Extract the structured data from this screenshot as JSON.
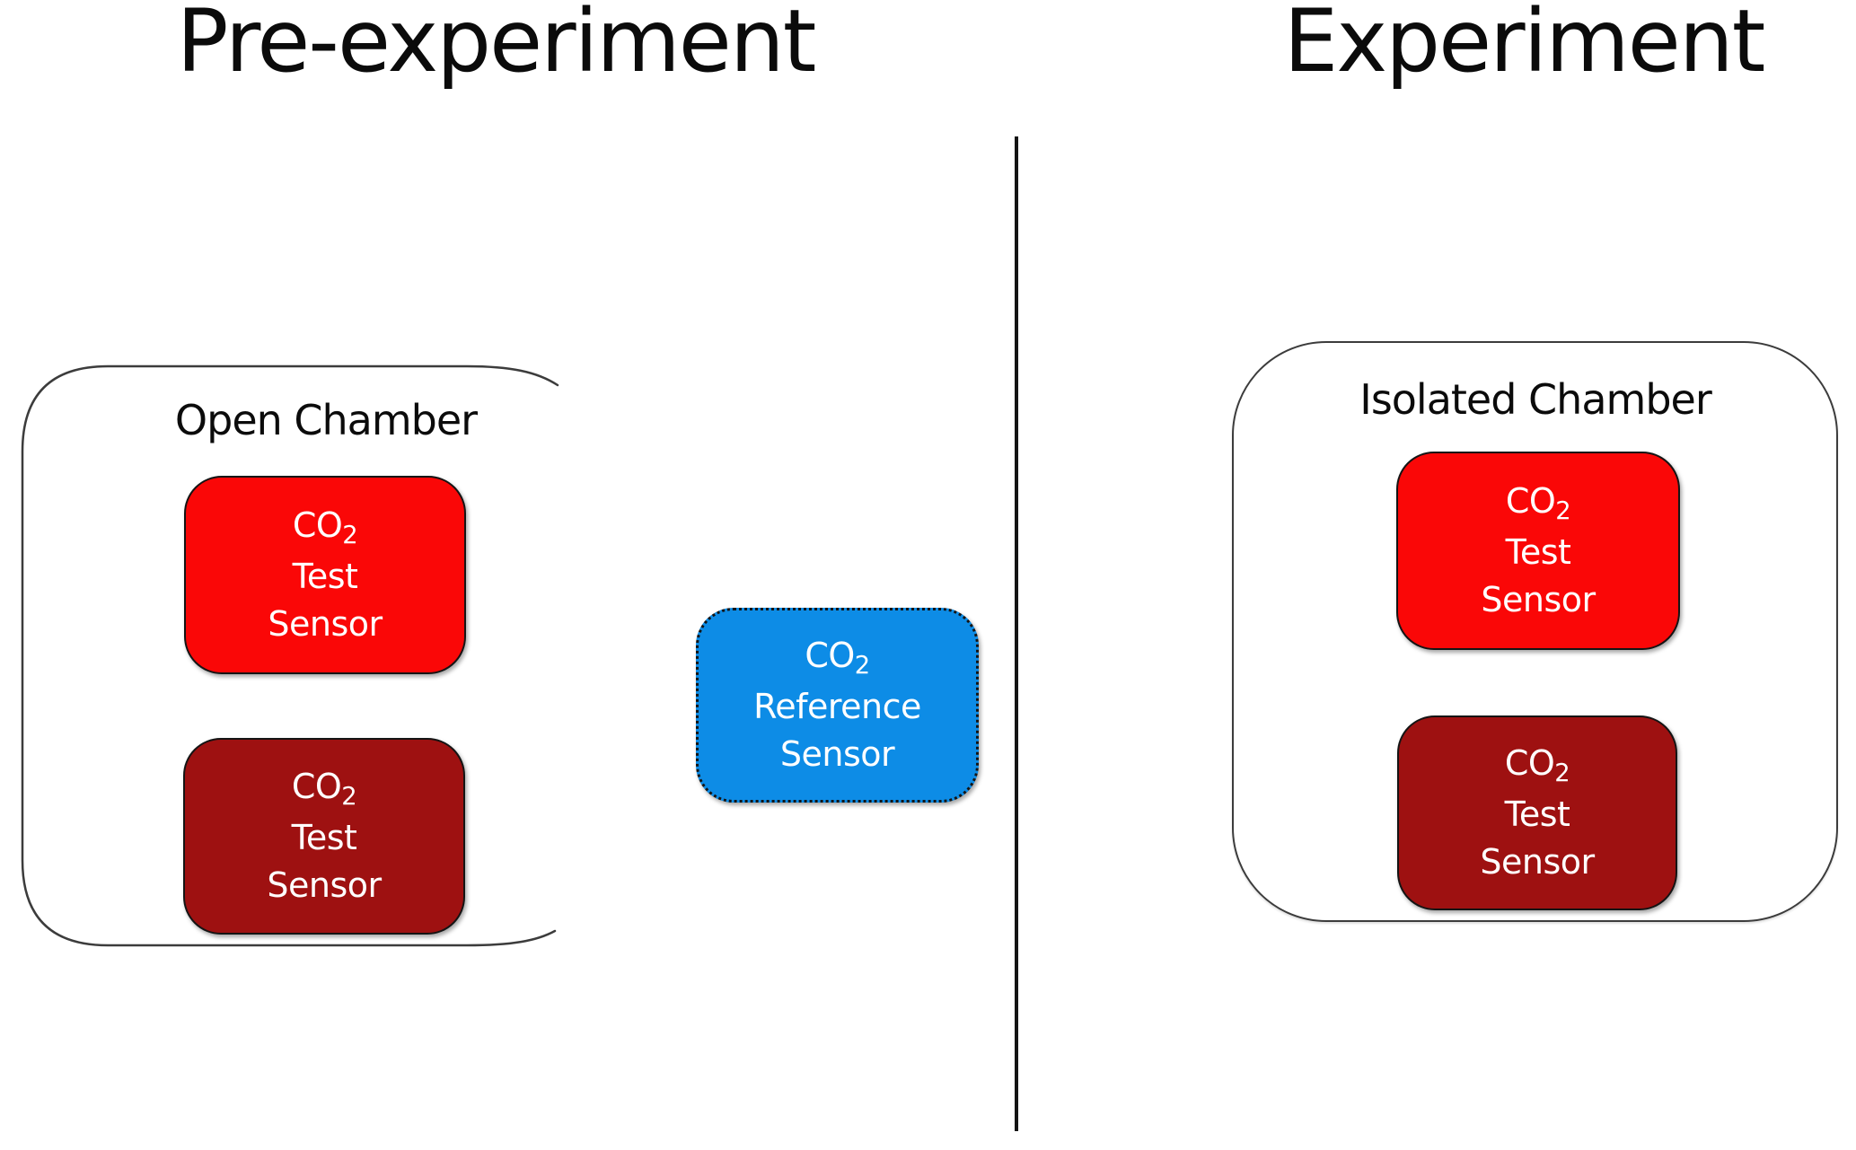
{
  "titles": {
    "left": "Pre-experiment",
    "right": "Experiment"
  },
  "left_panel": {
    "chamber_label": "Open Chamber",
    "chamber_style": "open",
    "sensors": [
      {
        "gas": "CO",
        "gas_subscript": "2",
        "line2": "Test",
        "line3": "Sensor",
        "fill_color": "#fa0707"
      },
      {
        "gas": "CO",
        "gas_subscript": "2",
        "line2": "Test",
        "line3": "Sensor",
        "fill_color": "#9e1111"
      }
    ]
  },
  "middle": {
    "reference_sensor": {
      "gas": "CO",
      "gas_subscript": "2",
      "line2": "Reference",
      "line3": "Sensor",
      "fill_color": "#0d8ce6"
    }
  },
  "right_panel": {
    "chamber_label": "Isolated Chamber",
    "chamber_style": "closed",
    "sensors": [
      {
        "gas": "CO",
        "gas_subscript": "2",
        "line2": "Test",
        "line3": "Sensor",
        "fill_color": "#fa0707"
      },
      {
        "gas": "CO",
        "gas_subscript": "2",
        "line2": "Test",
        "line3": "Sensor",
        "fill_color": "#9e1111"
      }
    ]
  },
  "colors": {
    "bright_red": "#fa0707",
    "dark_red": "#9e1111",
    "reference_blue": "#0d8ce6",
    "chamber_outline": "#3c3c3c",
    "divider_line": "#141414",
    "sensor_text": "#ffffff",
    "title_text": "#0b0b0b"
  }
}
